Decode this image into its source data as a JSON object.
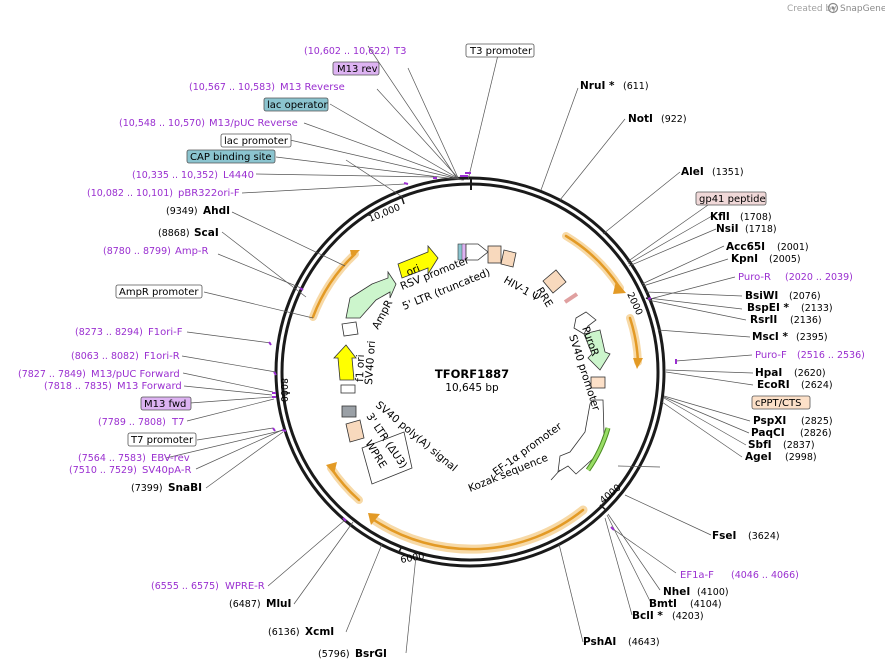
{
  "credit": {
    "prefix": "Created by",
    "brand": "SnapGene"
  },
  "plasmid": {
    "name": "TFORF1887",
    "length_label": "10,645 bp"
  },
  "ticks": [
    {
      "label": "2000",
      "bp": 2000
    },
    {
      "label": "4000",
      "bp": 4000
    },
    {
      "label": "6000",
      "bp": 6000
    },
    {
      "label": "8000",
      "bp": 8000
    },
    {
      "label": "10,000",
      "bp": 10000
    }
  ],
  "sites": [
    {
      "name": "NruI *",
      "pos": "(611)"
    },
    {
      "name": "NotI",
      "pos": "(922)"
    },
    {
      "name": "AleI",
      "pos": "(1351)"
    },
    {
      "name": "KflI",
      "pos": "(1708)"
    },
    {
      "name": "NsiI",
      "pos": "(1718)"
    },
    {
      "name": "Acc65I",
      "pos": "(2001)"
    },
    {
      "name": "KpnI",
      "pos": "(2005)"
    },
    {
      "name": "BsiWI",
      "pos": "(2076)"
    },
    {
      "name": "BspEI *",
      "pos": "(2133)"
    },
    {
      "name": "RsrII",
      "pos": "(2136)"
    },
    {
      "name": "MscI *",
      "pos": "(2395)"
    },
    {
      "name": "HpaI",
      "pos": "(2620)"
    },
    {
      "name": "EcoRI",
      "pos": "(2624)"
    },
    {
      "name": "PspXI",
      "pos": "(2825)"
    },
    {
      "name": "PaqCI",
      "pos": "(2826)"
    },
    {
      "name": "SbfI",
      "pos": "(2837)"
    },
    {
      "name": "AgeI",
      "pos": "(2998)"
    },
    {
      "name": "FseI",
      "pos": "(3624)"
    },
    {
      "name": "NheI",
      "pos": "(4100)"
    },
    {
      "name": "BmtI",
      "pos": "(4104)"
    },
    {
      "name": "BclI *",
      "pos": "(4203)"
    },
    {
      "name": "PshAI",
      "pos": "(4643)"
    },
    {
      "name": "BsrGI",
      "pos": "(5796)"
    },
    {
      "name": "XcmI",
      "pos": "(6136)"
    },
    {
      "name": "MluI",
      "pos": "(6487)"
    },
    {
      "name": "SnaBI",
      "pos": "(7399)"
    },
    {
      "name": "ScaI",
      "pos": "(8868)"
    },
    {
      "name": "AhdI",
      "pos": "(9349)"
    }
  ],
  "primers": [
    {
      "name": "T3",
      "pos": "(10,602 .. 10,622)"
    },
    {
      "name": "M13 Reverse",
      "pos": "(10,567 .. 10,583)"
    },
    {
      "name": "M13/pUC Reverse",
      "pos": "(10,548 .. 10,570)"
    },
    {
      "name": "L4440",
      "pos": "(10,335 .. 10,352)"
    },
    {
      "name": "pBR322ori-F",
      "pos": "(10,082 .. 10,101)"
    },
    {
      "name": "Amp-R",
      "pos": "(8780 .. 8799)"
    },
    {
      "name": "F1ori-F",
      "pos": "(8273 .. 8294)"
    },
    {
      "name": "F1ori-R",
      "pos": "(8063 .. 8082)"
    },
    {
      "name": "M13/pUC Forward",
      "pos": "(7827 .. 7849)"
    },
    {
      "name": "M13 Forward",
      "pos": "(7818 .. 7835)"
    },
    {
      "name": "T7",
      "pos": "(7789 .. 7808)"
    },
    {
      "name": "EBV-rev",
      "pos": "(7564 .. 7583)"
    },
    {
      "name": "SV40pA-R",
      "pos": "(7510 .. 7529)"
    },
    {
      "name": "WPRE-R",
      "pos": "(6555 .. 6575)"
    },
    {
      "name": "Puro-R",
      "pos": "(2020 .. 2039)"
    },
    {
      "name": "Puro-F",
      "pos": "(2516 .. 2536)"
    },
    {
      "name": "EF1a-F",
      "pos": "(4046 .. 4066)"
    }
  ],
  "boxed_labels": [
    {
      "name": "T3 promoter"
    },
    {
      "name": "M13 rev"
    },
    {
      "name": "lac operator"
    },
    {
      "name": "lac promoter"
    },
    {
      "name": "CAP binding site"
    },
    {
      "name": "AmpR promoter"
    },
    {
      "name": "M13 fwd"
    },
    {
      "name": "T7 promoter"
    },
    {
      "name": "gp41 peptide"
    },
    {
      "name": "cPPT/CTS"
    }
  ],
  "features": [
    {
      "name": "RSV promoter"
    },
    {
      "name": "5' LTR (truncated)"
    },
    {
      "name": "HIV-1 Ψ"
    },
    {
      "name": "RRE"
    },
    {
      "name": "PuroR"
    },
    {
      "name": "SV40 promoter"
    },
    {
      "name": "EF-1α promoter"
    },
    {
      "name": "Kozak sequence"
    },
    {
      "name": "ori"
    },
    {
      "name": "AmpR"
    },
    {
      "name": "f1 ori"
    },
    {
      "name": "SV40 ori"
    },
    {
      "name": "SV40 poly(A) signal"
    },
    {
      "name": "3' LTR (ΔU3)"
    },
    {
      "name": "WPRE"
    }
  ],
  "colors": {
    "backbone": "#1a1a1a",
    "primer": "#9a2fd0",
    "orf_arrow": "#e39a25",
    "orf_glow": "#f7d9a6",
    "ori": "#ffff00",
    "ampr": "#ccf5cc",
    "puror": "#ccf5cc",
    "ltr": "#f8d9bd",
    "promoter_white": "#ffffff",
    "lac_operator": "#8bc4cf",
    "cap_site": "#8bc4cf",
    "m13_box": "#ddb3f2",
    "gp41": "#f0d8d8",
    "cppt": "#fce0c8",
    "polyA": "#9aa0a6",
    "kozak_green": "#99dd66"
  }
}
